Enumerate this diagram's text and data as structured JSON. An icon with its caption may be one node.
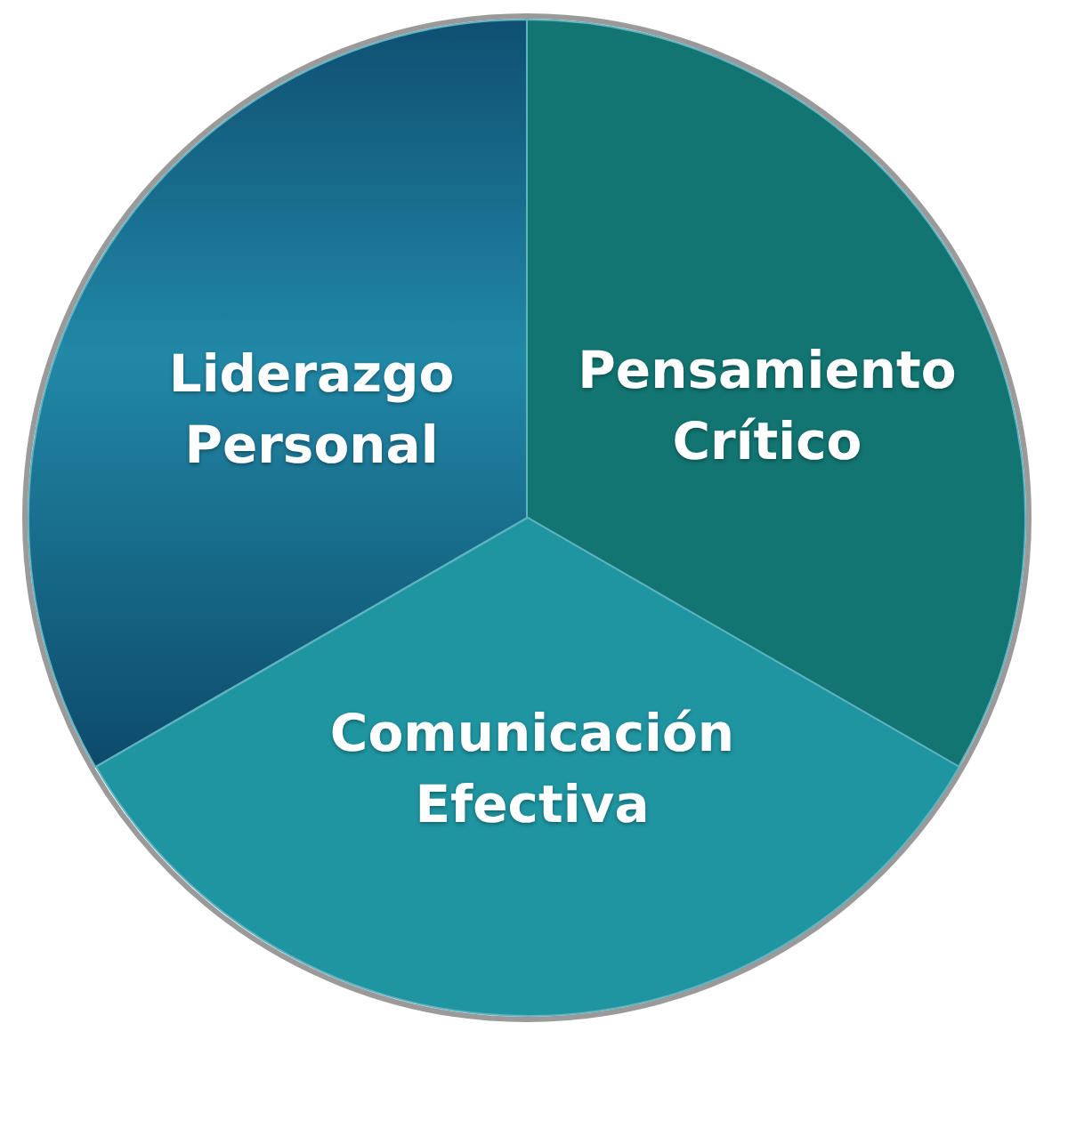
{
  "diagram": {
    "nodes": [
      {
        "text": [
          "Liderazgo Personal"
        ]
      },
      {
        "text": [
          "Pensamiento Crítico"
        ]
      },
      {
        "text": [
          "Comunicación Efectiva"
        ]
      }
    ]
  }
}
